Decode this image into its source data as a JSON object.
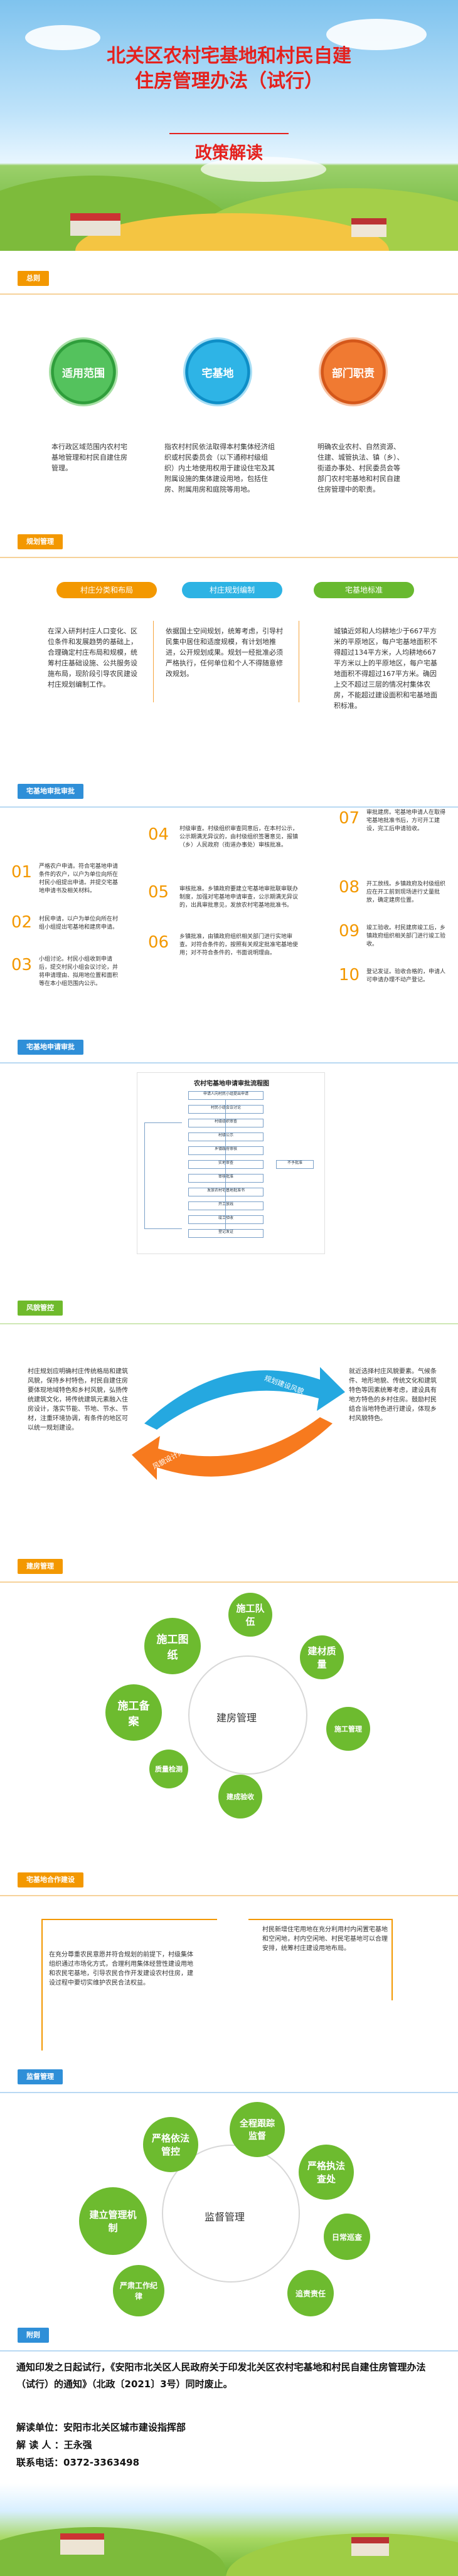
{
  "hero": {
    "title_line1": "北关区农村宅基地和村民自建",
    "title_line2": "住房管理办法（试行）",
    "subtitle": "政策解读"
  },
  "overview": {
    "label": "总则",
    "circles": [
      {
        "label": "适用范围",
        "text": "本行政区域范围内农村宅基地管理和村民自建住房管理。"
      },
      {
        "label": "宅基地",
        "text": "指农村村民依法取得本村集体经济组织或村民委员会（以下通称村级组织）内土地使用权用于建设住宅及其附属设施的集体建设用地，包括住房、附属用房和庭院等用地。"
      },
      {
        "label": "部门职责",
        "text": "明确农业农村、自然资源、住建、城管执法、镇（乡）、街道办事处、村民委员会等部门农村宅基地和村民自建住房管理中的职责。"
      }
    ]
  },
  "planning": {
    "label": "规划管理",
    "pills": [
      "村庄分类和布局",
      "村庄规划编制",
      "宅基地标准"
    ],
    "texts": [
      "在深入研判村庄人口变化、区位条件和发展趋势的基础上，合理确定村庄布局和规模，统筹村庄基础设施、公共服务设施布局，现阶段引导农民建设村庄规划编制工作。",
      "依据国土空间规划，统筹考虑，引导村民集中居住和适度规模，有计划地推进，公开规划成果。规划一经批准必须严格执行，任何单位和个人不得随意修改规划。",
      "城镇近郊和人均耕地少于667平方米的平原地区，每户宅基地面积不得超过134平方米，人均耕地667平方米以上的平原地区，每户宅基地面积不得超过167平方米。确因上交不超过三层的情况村集体农房，不能超过建设面积和宅基地面积标准。"
    ]
  },
  "approval": {
    "label": "宅基地审批审批",
    "steps": [
      {
        "num": "01",
        "text": "严格农户申请。符合宅基地申请条件的农户，以户为单位向所在村民小组提出申请。并提交宅基地申请书及相关材料。"
      },
      {
        "num": "02",
        "text": "村民申请，以户为单位向所在村组小组提出宅基地和建房申请。"
      },
      {
        "num": "03",
        "text": "小组讨论。村民小组收到申请后，提交村民小组会议讨论，并将申请理由、拟用地位置和面积等在本小组范围内公示。"
      },
      {
        "num": "04",
        "text": "村级审查。村级组织审查同意后，在本村公示，公示期满无异议的，由村级组织签署意见，报镇（乡）人民政府（街道办事处）审核批准。"
      },
      {
        "num": "05",
        "text": "审核批准。乡镇政府要建立宅基地审批联审联办制度，加强对宅基地申请审查，公示期满无异议的，出具审批意见，发放农村宅基地批准书。"
      },
      {
        "num": "06",
        "text": "乡镇批准，由镇政府组织相关部门进行实地审查。对符合条件的，按照有关规定批准宅基地使用；对不符合条件的，书面说明理由。"
      },
      {
        "num": "07",
        "text": "审批建房。宅基地申请人在取得宅基地批准书后，方可开工建设，完工后申请验收。"
      },
      {
        "num": "08",
        "text": "开工放线。乡镇政府及村级组织应在开工前到现场进行丈量批放，确定建房位置。"
      },
      {
        "num": "09",
        "text": "竣工验收。村民建房竣工后，乡镇政府组织相关部门进行竣工验收。"
      },
      {
        "num": "10",
        "text": "登记发证。验收合格的，申请人可申请办理不动产登记。"
      }
    ]
  },
  "flow": {
    "label": "宅基地申请审批",
    "title": "农村宅基地申请审批流程图",
    "boxes": [
      "申请人向村民小组提出申请",
      "村民小组会议讨论",
      "村级组织审查",
      "村级公示",
      "乡镇政府审核",
      "实地审查",
      "审核批准",
      "发放农村宅基地批准书",
      "开工放线",
      "竣工验收",
      "登记发证",
      "不予批准"
    ]
  },
  "style": {
    "label": "风貌管控",
    "left_text": "村庄规划应明确村庄传统格局和建筑风貌，保持乡村特色，村民自建住房要体现地域特色和乡村风貌，弘扬传统建筑文化，将传统建筑元素融入住房设计，落实节能、节地、节水、节材，注重环境协调，有条件的地区可以统一规划建设。",
    "right_text": "就近选择村庄风貌要素。气候条件、地形地貌、传统文化和建筑特色等因素统筹考虑，建设具有地方特色的乡村住房。鼓励村民结合当地特色进行建设，体现乡村风貌特色。",
    "arrow_top": "规划建设风貌",
    "arrow_bottom": "风貌设计风貌"
  },
  "construction": {
    "label": "建房管理",
    "center": "建房管理",
    "bubbles": [
      "施工图纸",
      "施工队伍",
      "建材质量",
      "施工备案",
      "施工管理",
      "质量检测",
      "建成验收"
    ]
  },
  "cooperation": {
    "label": "宅基地合作建设",
    "left_text": "在充分尊重农民意愿并符合规划的前提下，村级集体组织通过市场化方式，合理利用集体经营性建设用地和农民宅基地，引导农民合作开发建设农村住房，建设过程中要切实维护农民合法权益。",
    "right_text": "村民新增住宅用地在充分利用村内闲置宅基地和空闲地，村内空闲地、村民宅基地可以合理安排，统筹村庄建设用地布局。"
  },
  "supervision": {
    "label": "监督管理",
    "center": "监督管理",
    "bubbles": [
      "严格依法管控",
      "全程跟踪监督",
      "严格执法查处",
      "建立管理机制",
      "日常巡查",
      "严肃工作纪律",
      "追责责任"
    ]
  },
  "closing": {
    "label": "附则",
    "text": "通知印发之日起试行，《安阳市北关区人民政府关于印发北关区农村宅基地和村民自建住房管理办法（试行）的通知》（北政〔2021〕3号）同时废止。",
    "unit": "解读单位：安阳市北关区城市建设指挥部",
    "person": "解 读 人 ：王永强",
    "phone": "联系电话：0372-3363498"
  }
}
